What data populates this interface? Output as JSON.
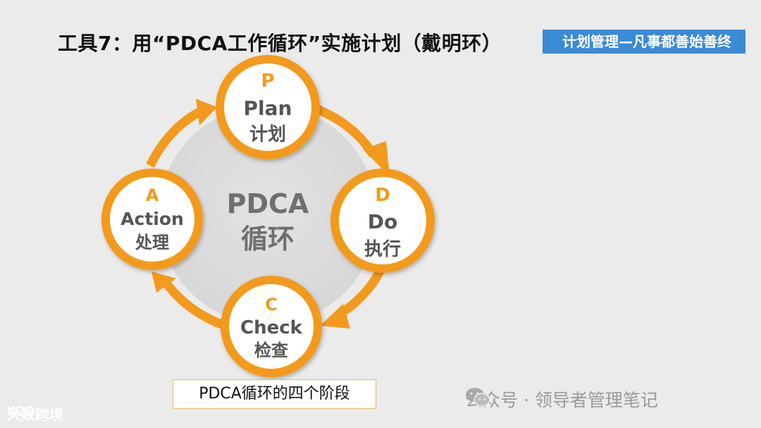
{
  "title": "工具7：用“PDCA工作循环”实施计划（戴明环）",
  "tag": "计划管理—凡事都善始善终",
  "center": {
    "line1": "PDCA",
    "line2": "循环"
  },
  "nodes": {
    "plan": {
      "letter": "P",
      "en": "Plan",
      "zh": "计划"
    },
    "do": {
      "letter": "D",
      "en": "Do",
      "zh": "执行"
    },
    "check": {
      "letter": "C",
      "en": "Check",
      "zh": "检查"
    },
    "action": {
      "letter": "A",
      "en": "Action",
      "zh": "处理"
    }
  },
  "caption": "PDCA循环的四个阶段",
  "watermark": {
    "wechat": "公众号 · 领导者管理笔记",
    "brand": "大数跨境"
  },
  "colors": {
    "orange": "#f39a1e",
    "tag_bg": "#3b8ad6",
    "center_text": "#6f6f6f"
  }
}
